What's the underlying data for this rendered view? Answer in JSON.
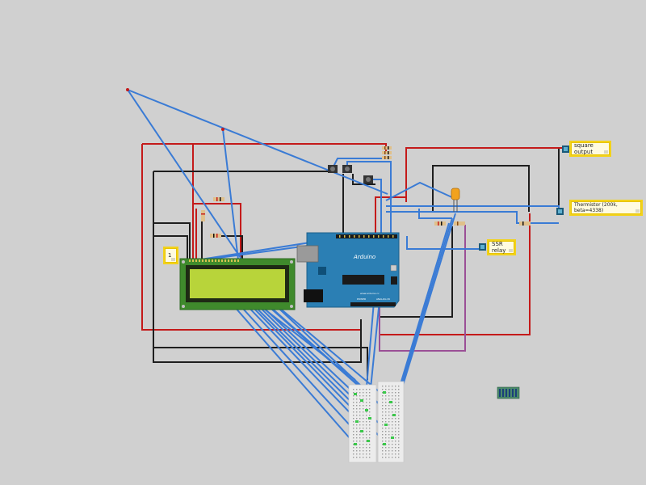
{
  "labels": {
    "square_output": "square output",
    "thermistor": "Thermistor (200k, beta=4338)",
    "ssr_relay": "SSR relay",
    "lcd_note": "1"
  },
  "arduino": {
    "brand": "Arduino",
    "power": "POWER",
    "analog": "ANALOG IN",
    "site": "www.arduino.cc"
  },
  "colors": {
    "background": "#d0d0d0",
    "wire_red": "#c41a1a",
    "wire_black": "#1e1e1e",
    "wire_blue": "#3a7bd5",
    "wire_purple": "#9b4f96",
    "arduino_board": "#2b7fb4",
    "lcd_pcb": "#3f8a2c",
    "lcd_screen": "#b8d43a",
    "label_border": "#f2d21a"
  }
}
